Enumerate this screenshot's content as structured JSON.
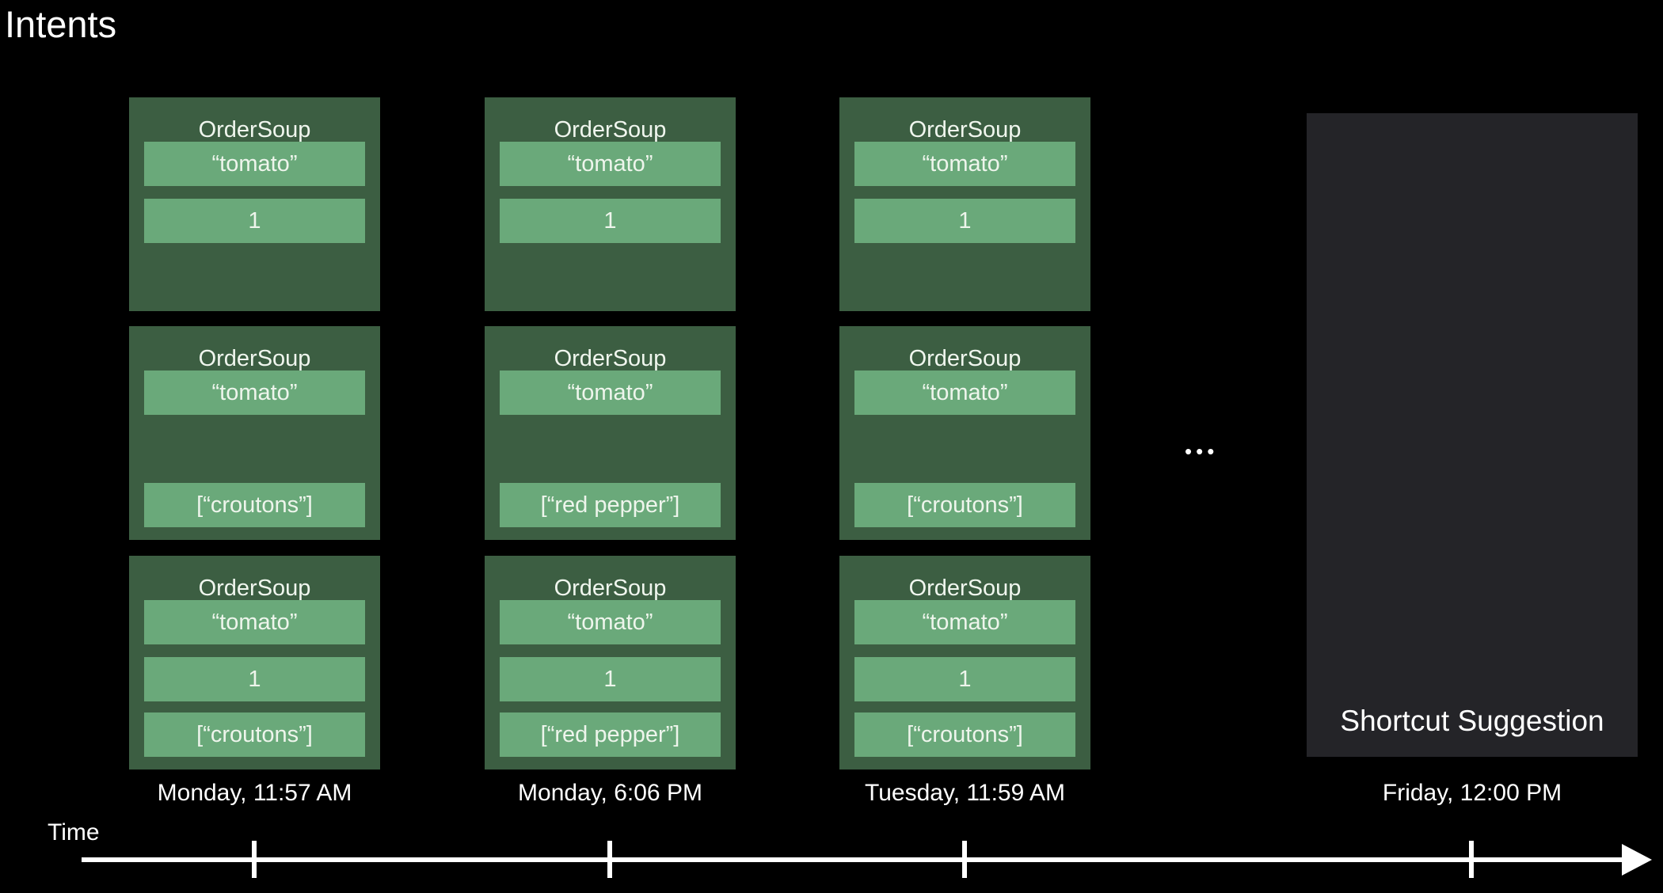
{
  "page": {
    "title": "Intents"
  },
  "colors": {
    "background": "#000000",
    "card_bg": "#3c5e42",
    "param_bg": "#6aa97a",
    "card_text": "#eef5ec",
    "suggestion_bg": "#242428",
    "text": "#ffffff"
  },
  "columns": [
    {
      "timestamp": "Monday, 11:57 AM",
      "cards": [
        {
          "title": "OrderSoup",
          "params": [
            "“tomato”",
            "1",
            null
          ]
        },
        {
          "title": "OrderSoup",
          "params": [
            "“tomato”",
            null,
            "[“croutons”]"
          ]
        },
        {
          "title": "OrderSoup",
          "params": [
            "“tomato”",
            "1",
            "[“croutons”]"
          ]
        }
      ]
    },
    {
      "timestamp": "Monday, 6:06 PM",
      "cards": [
        {
          "title": "OrderSoup",
          "params": [
            "“tomato”",
            "1",
            null
          ]
        },
        {
          "title": "OrderSoup",
          "params": [
            "“tomato”",
            null,
            "[“red pepper”]"
          ]
        },
        {
          "title": "OrderSoup",
          "params": [
            "“tomato”",
            "1",
            "[“red pepper”]"
          ]
        }
      ]
    },
    {
      "timestamp": "Tuesday, 11:59 AM",
      "cards": [
        {
          "title": "OrderSoup",
          "params": [
            "“tomato”",
            "1",
            null
          ]
        },
        {
          "title": "OrderSoup",
          "params": [
            "“tomato”",
            null,
            "[“croutons”]"
          ]
        },
        {
          "title": "OrderSoup",
          "params": [
            "“tomato”",
            "1",
            "[“croutons”]"
          ]
        }
      ]
    }
  ],
  "ellipsis": "•••",
  "suggestion": {
    "label": "Shortcut Suggestion",
    "timestamp": "Friday, 12:00 PM"
  },
  "timeline": {
    "label": "Time"
  }
}
